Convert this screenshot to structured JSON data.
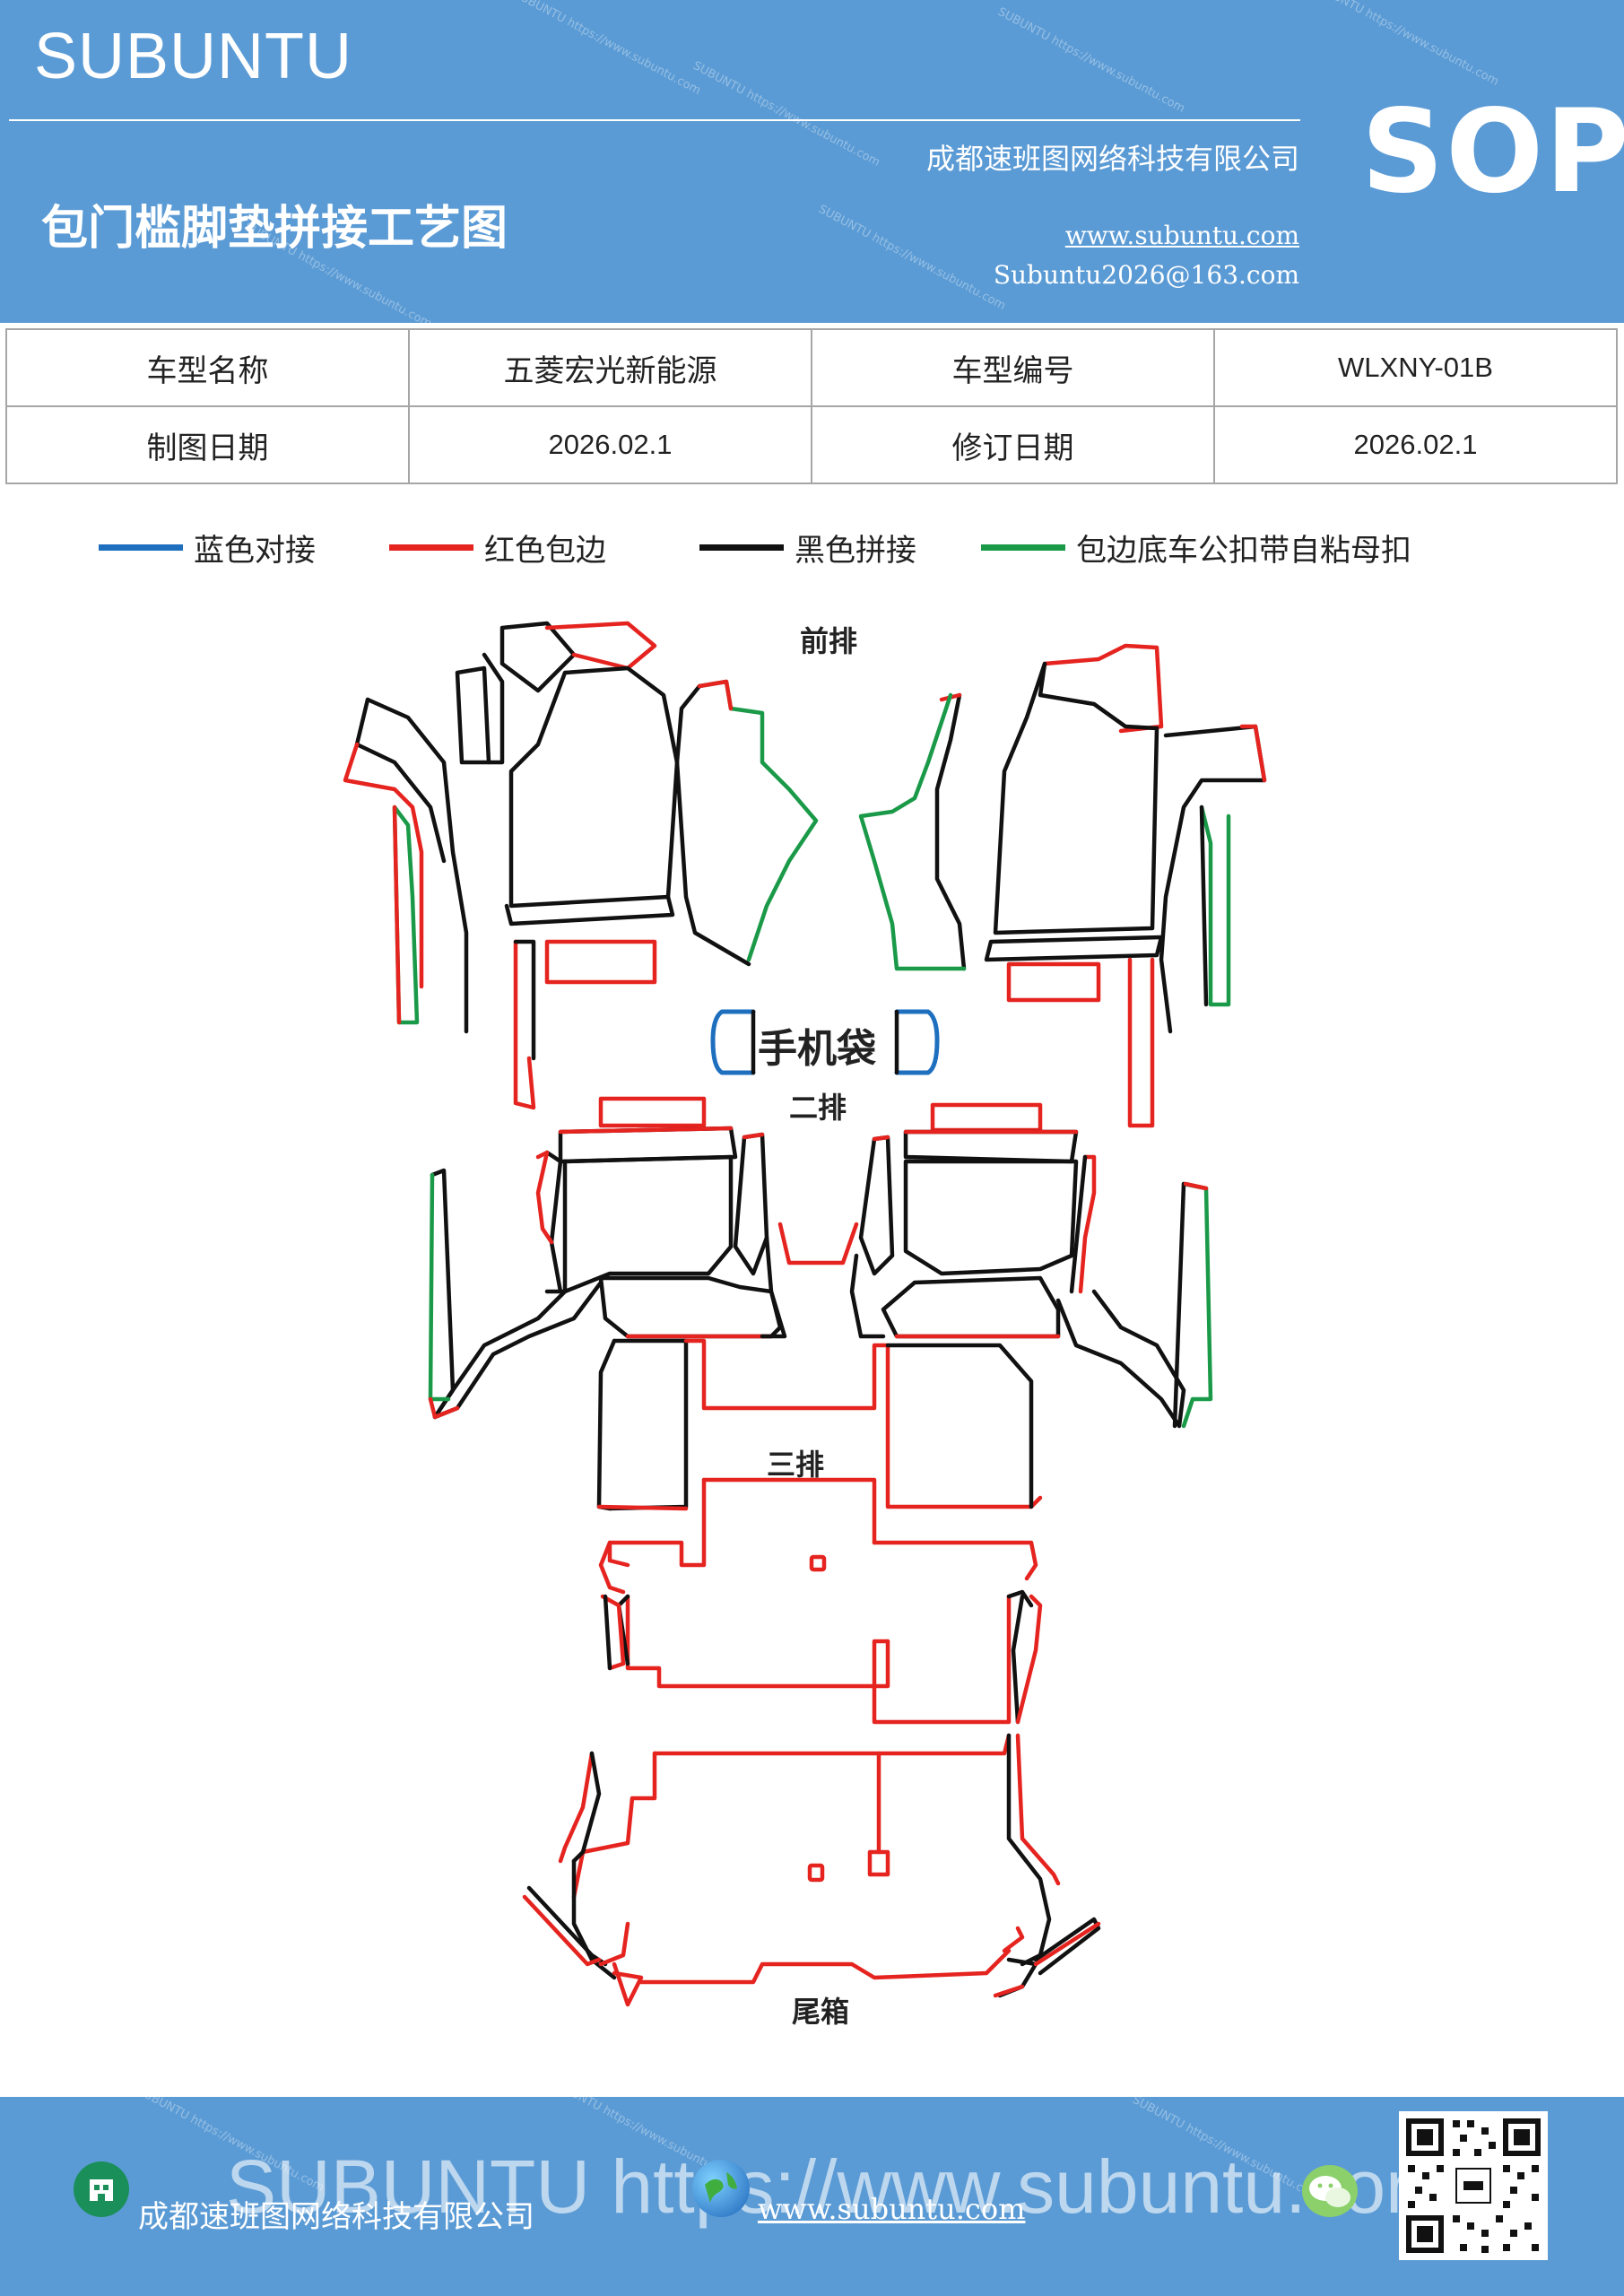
{
  "header": {
    "brand": "SUBUNTU",
    "title": "包门槛脚垫拼接工艺图",
    "company": "成都速班图网络科技有限公司",
    "website": "www.subuntu.com",
    "email": "Subuntu2026@163.com",
    "sop": "SOP",
    "watermark": "SUBUNTU https://www.subuntu.com"
  },
  "info_table": {
    "rows": [
      {
        "label1": "车型名称",
        "value1": "五菱宏光新能源",
        "label2": "车型编号",
        "value2": "WLXNY-01B"
      },
      {
        "label1": "制图日期",
        "value1": "2026.02.1",
        "label2": "修订日期",
        "value2": "2026.02.1"
      }
    ]
  },
  "legend": [
    {
      "label": "蓝色对接",
      "color": "#1f6fbf"
    },
    {
      "label": "红色包边",
      "color": "#e52420"
    },
    {
      "label": "黑色拼接",
      "color": "#111111"
    },
    {
      "label": "包边底车公扣带自粘母扣",
      "color": "#1a9a48"
    }
  ],
  "diagram": {
    "row_front": "前排",
    "phone_pocket": "手机袋",
    "row_second": "二排",
    "row_third": "三排",
    "row_trunk": "尾箱"
  },
  "footer": {
    "company": "成都速班图网络科技有限公司",
    "website": "www.subuntu.com",
    "watermark_big": "SUBUNTU https://www.subuntu.com"
  },
  "colors": {
    "header_bg": "#5b9bd5",
    "blue": "#1f6fbf",
    "red": "#e52420",
    "black": "#111111",
    "green": "#1a9a48"
  }
}
